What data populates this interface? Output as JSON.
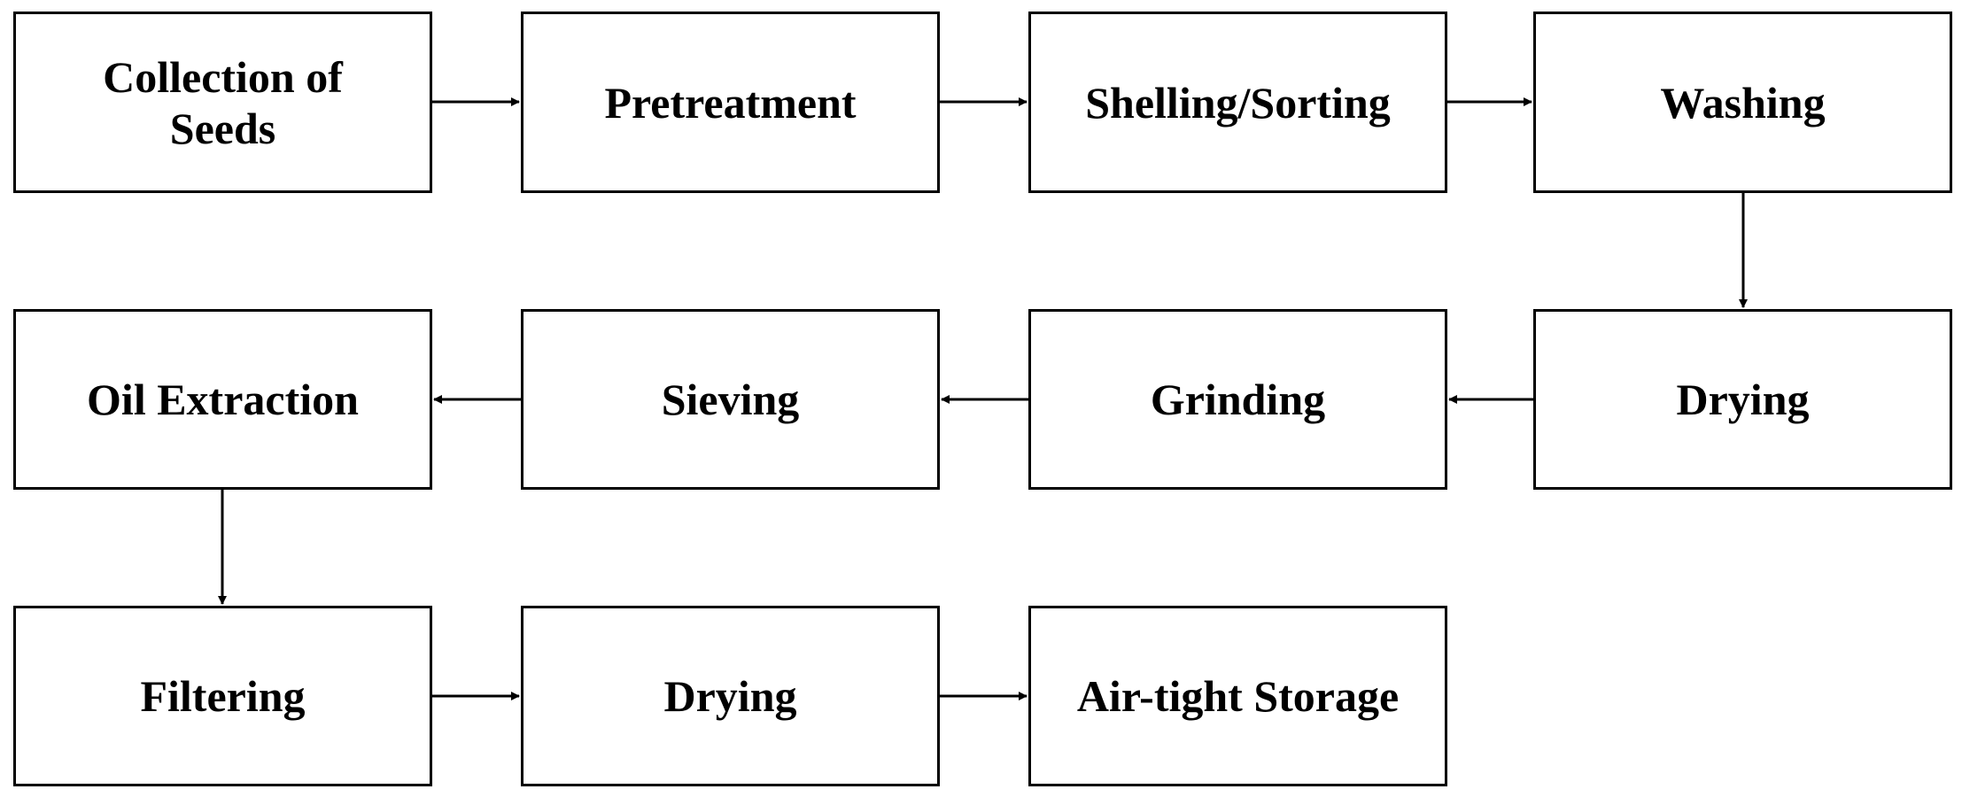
{
  "flowchart": {
    "steps": [
      {
        "id": "collection",
        "label": "Collection of\nSeeds"
      },
      {
        "id": "pretreatment",
        "label": "Pretreatment"
      },
      {
        "id": "shelling",
        "label": "Shelling/Sorting"
      },
      {
        "id": "washing",
        "label": "Washing"
      },
      {
        "id": "drying1",
        "label": "Drying"
      },
      {
        "id": "grinding",
        "label": "Grinding"
      },
      {
        "id": "sieving",
        "label": "Sieving"
      },
      {
        "id": "oil",
        "label": "Oil Extraction"
      },
      {
        "id": "filtering",
        "label": "Filtering"
      },
      {
        "id": "drying2",
        "label": "Drying"
      },
      {
        "id": "storage",
        "label": "Air-tight Storage"
      }
    ],
    "edges": [
      {
        "from": "collection",
        "to": "pretreatment"
      },
      {
        "from": "pretreatment",
        "to": "shelling"
      },
      {
        "from": "shelling",
        "to": "washing"
      },
      {
        "from": "washing",
        "to": "drying1"
      },
      {
        "from": "drying1",
        "to": "grinding"
      },
      {
        "from": "grinding",
        "to": "sieving"
      },
      {
        "from": "sieving",
        "to": "oil"
      },
      {
        "from": "oil",
        "to": "filtering"
      },
      {
        "from": "filtering",
        "to": "drying2"
      },
      {
        "from": "drying2",
        "to": "storage"
      }
    ]
  }
}
